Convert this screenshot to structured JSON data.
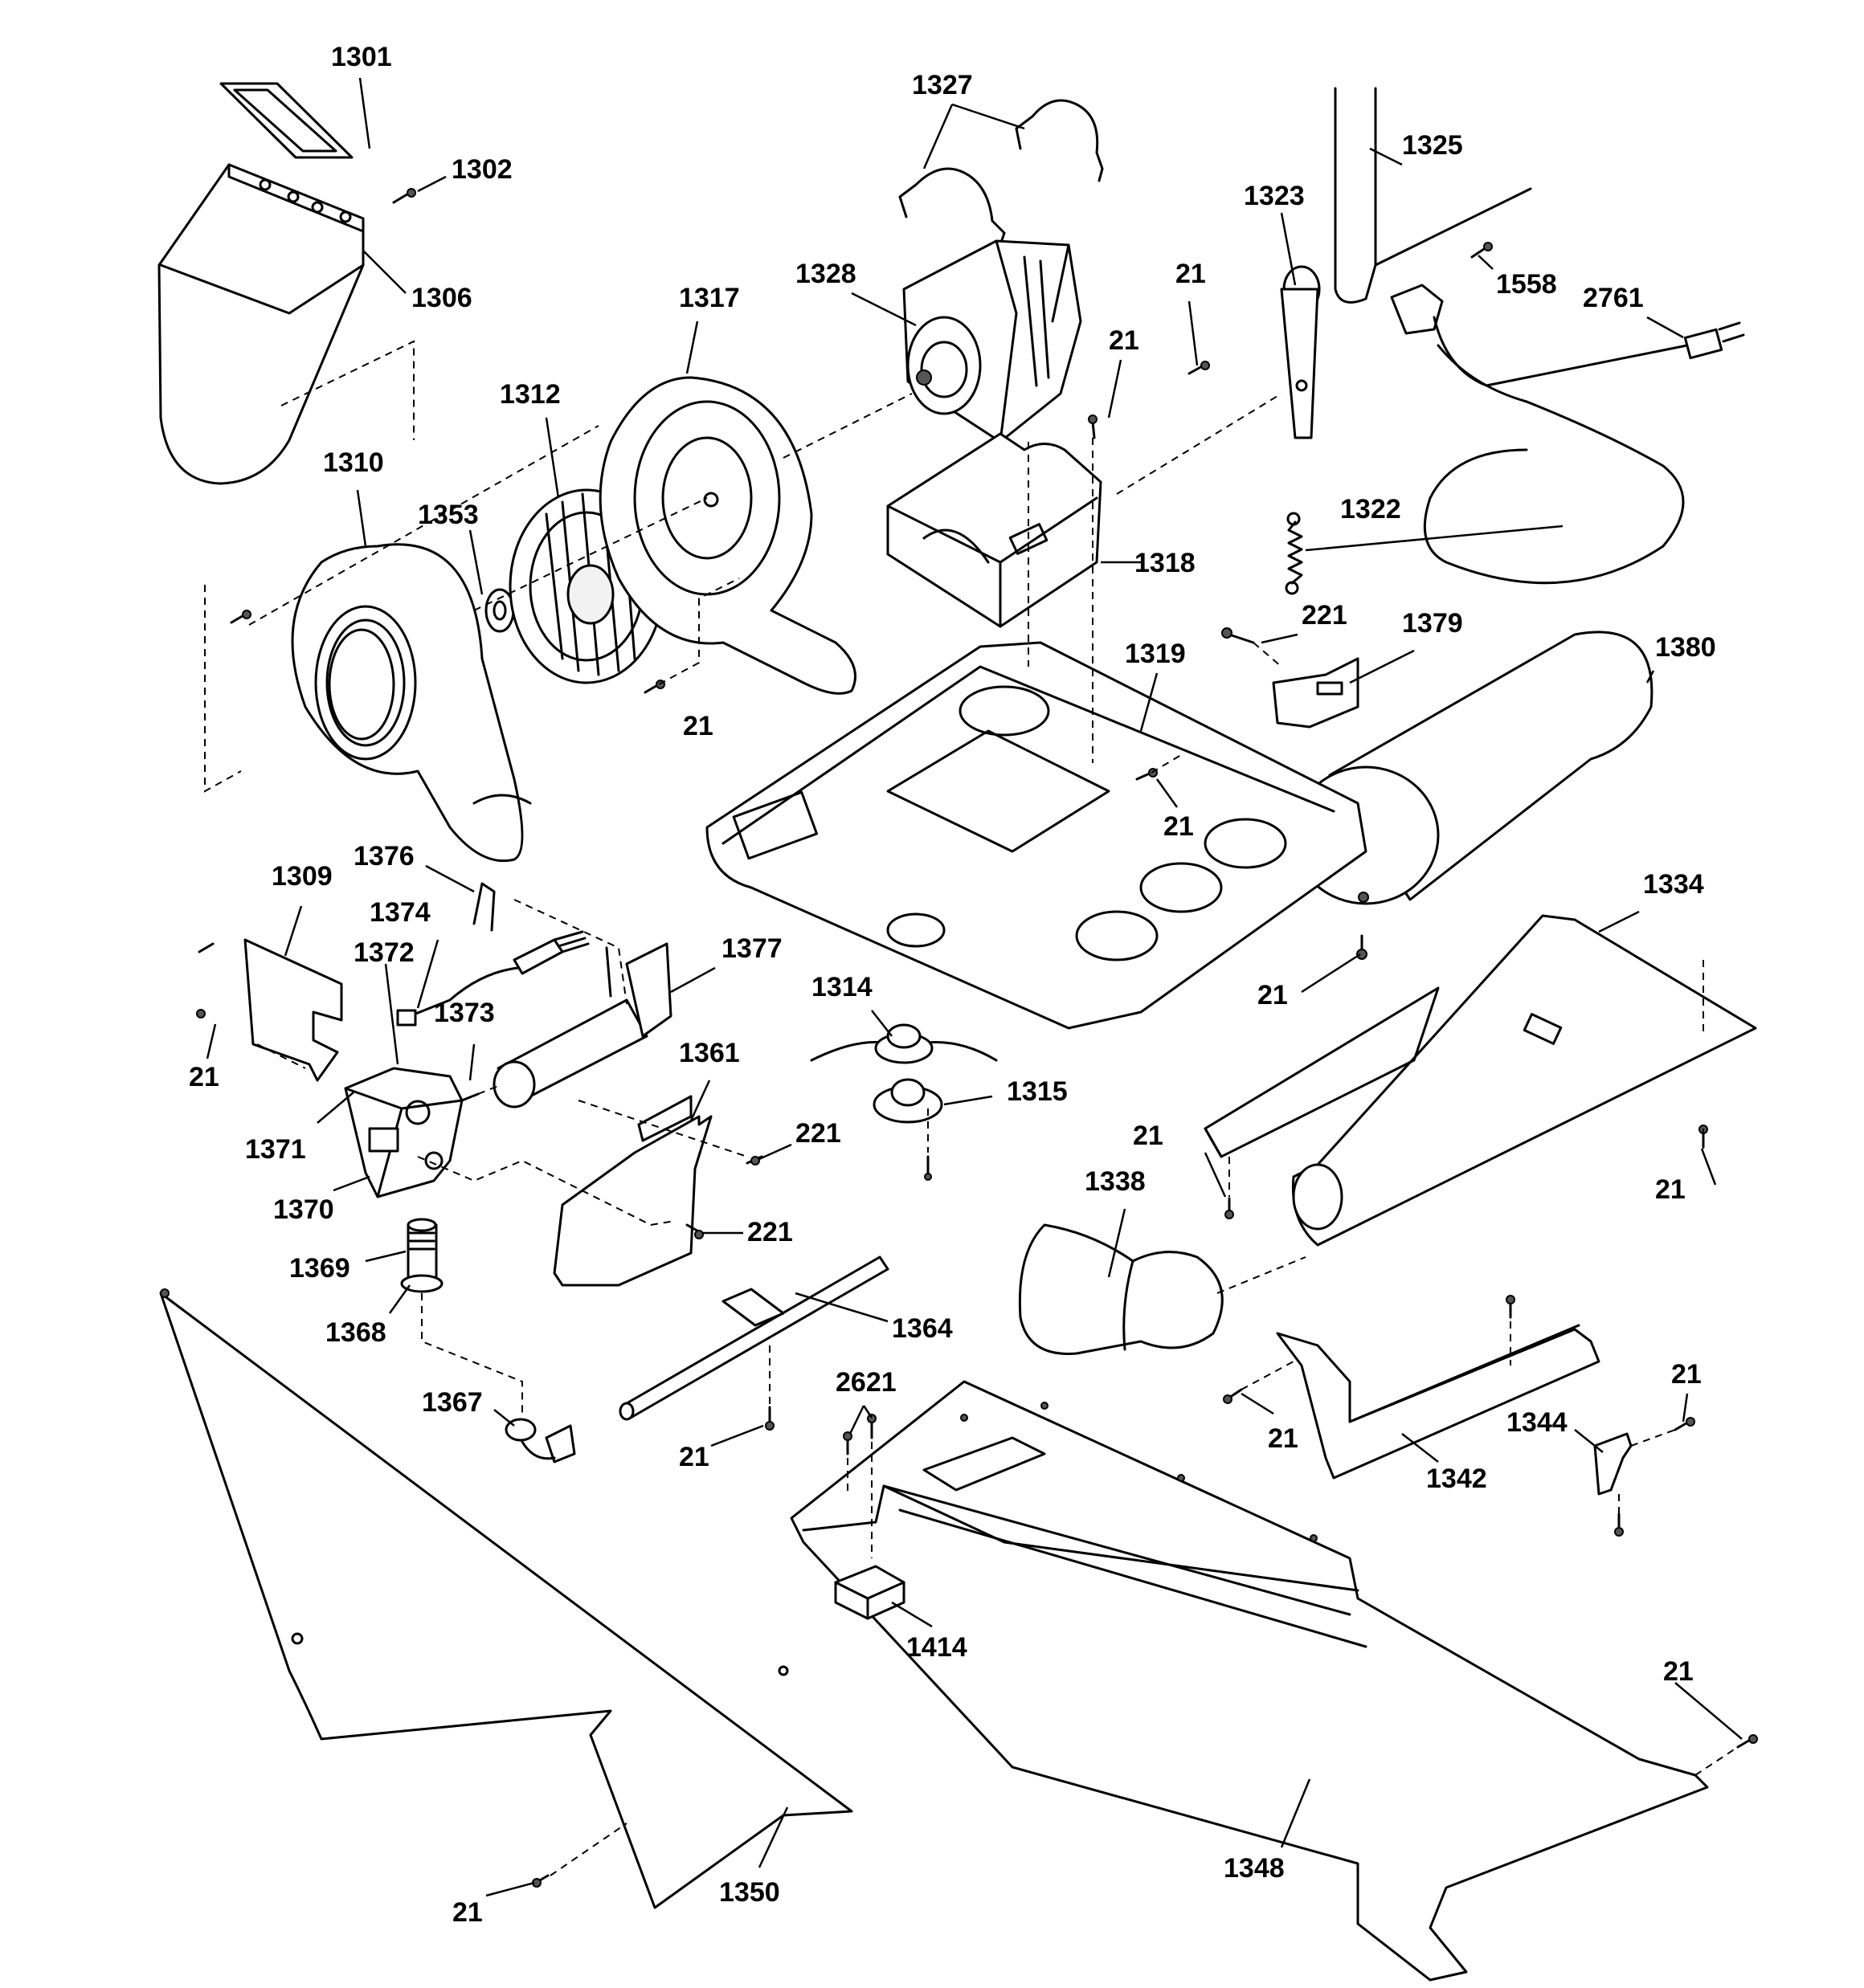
{
  "part_labels": {
    "p1301": "1301",
    "p1302": "1302",
    "p1306": "1306",
    "p1317": "1317",
    "p1312": "1312",
    "p1310": "1310",
    "p1353": "1353",
    "p21a": "21",
    "p1327": "1327",
    "p1328": "1328",
    "p21b": "21",
    "p21c": "21",
    "p1323": "1323",
    "p1325": "1325",
    "p1558": "1558",
    "p2761": "2761",
    "p1322": "1322",
    "p1318": "1318",
    "p221a": "221",
    "p1379": "1379",
    "p1319": "1319",
    "p1380": "1380",
    "p21d": "21",
    "p1309": "1309",
    "p1376": "1376",
    "p1374": "1374",
    "p1372": "1372",
    "p1377": "1377",
    "p1373": "1373",
    "p21e": "21",
    "p1371": "1371",
    "p1314": "1314",
    "p1361": "1361",
    "p1315": "1315",
    "p221b": "221",
    "p1370": "1370",
    "p221c": "221",
    "p1334": "1334",
    "p21f": "21",
    "p21g": "21",
    "p1338": "1338",
    "p21h": "21",
    "p1369": "1369",
    "p1368": "1368",
    "p1364": "1364",
    "p1367": "1367",
    "p2621": "2621",
    "p21i": "21",
    "p21j": "21",
    "p1344": "1344",
    "p21k": "21",
    "p1342": "1342",
    "p1414": "1414",
    "p21l": "21",
    "p1348": "1348",
    "p1350": "1350",
    "p21m": "21"
  }
}
